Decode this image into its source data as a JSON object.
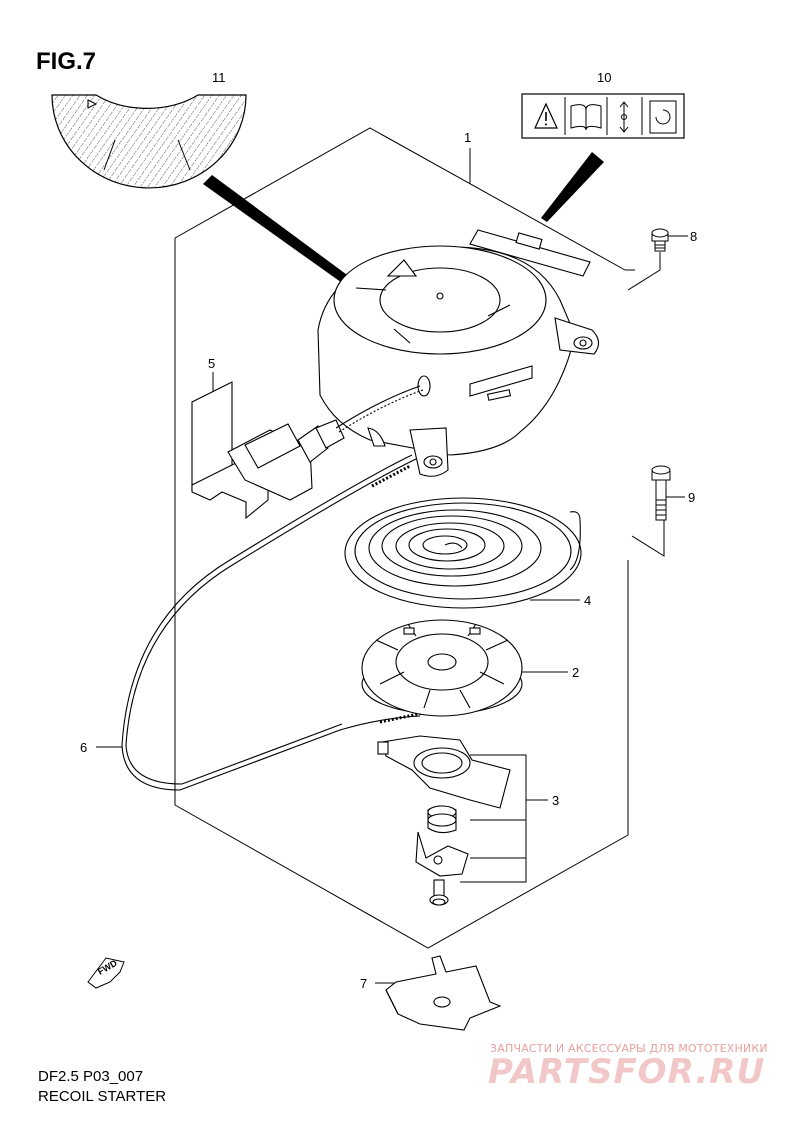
{
  "figure_title": "FIG.7",
  "callouts": [
    "1",
    "2",
    "3",
    "4",
    "5",
    "6",
    "7",
    "8",
    "9",
    "10",
    "11"
  ],
  "fwd_label": "FWD",
  "footer": {
    "code": "DF2.5 P03_007",
    "name": "RECOIL STARTER"
  },
  "watermark": {
    "caption": "ЗАПЧАСТИ И АКСЕССУАРЫ ДЛЯ МОТОТЕХНИКИ",
    "logo": "PARTSFOR.RU"
  }
}
